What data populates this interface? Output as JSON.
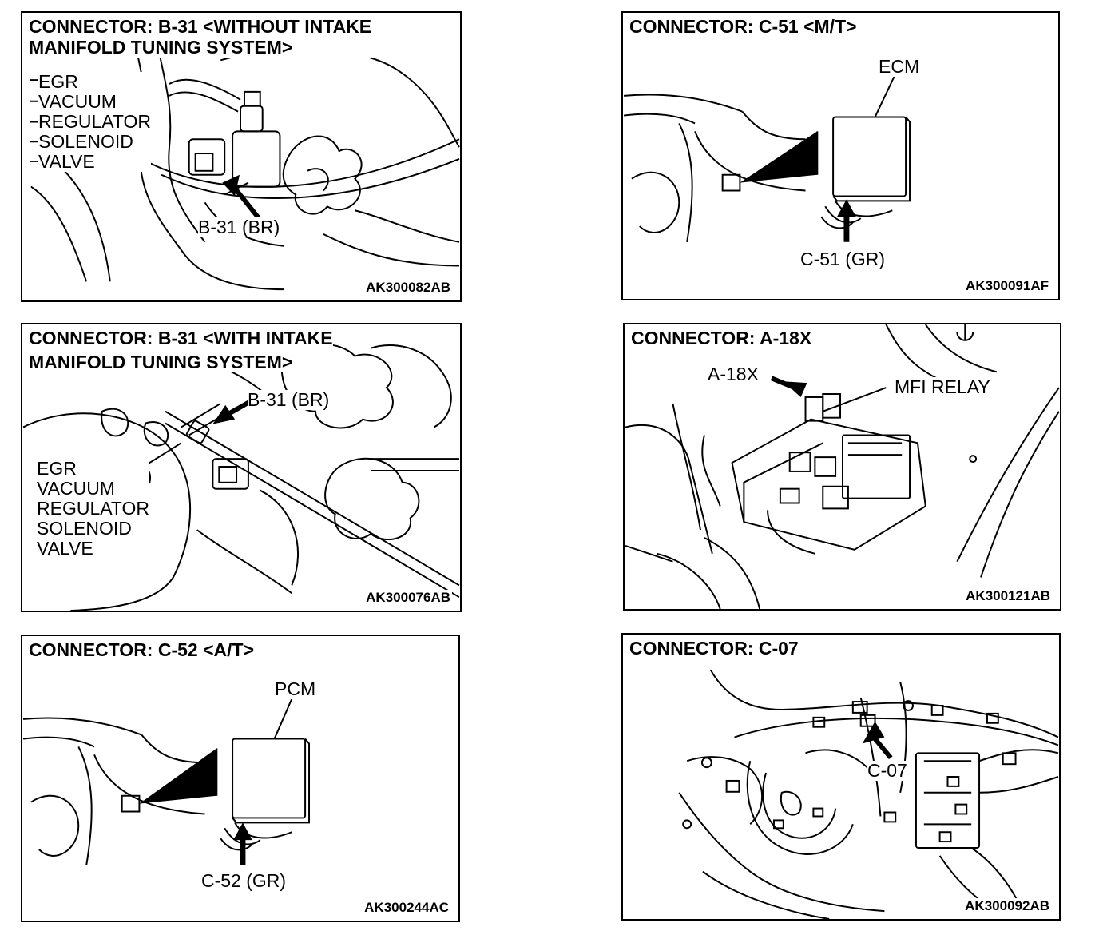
{
  "panels": {
    "p1": {
      "title_line1": "CONNECTOR: B-31 <WITHOUT INTAKE",
      "title_line2": "MANIFOLD TUNING SYSTEM>",
      "component": [
        "EGR",
        "VACUUM",
        "REGULATOR",
        "SOLENOID",
        "VALVE"
      ],
      "connector_label": "B-31 (BR)",
      "code": "AK300082AB"
    },
    "p2": {
      "title": "CONNECTOR: C-51 <M/T>",
      "unit_label": "ECM",
      "connector_label": "C-51 (GR)",
      "code": "AK300091AF"
    },
    "p3": {
      "title_line1": "CONNECTOR: B-31 <WITH INTAKE",
      "title_line2": "MANIFOLD TUNING SYSTEM>",
      "component": [
        "EGR",
        "VACUUM",
        "REGULATOR",
        "SOLENOID",
        "VALVE"
      ],
      "connector_label": "B-31 (BR)",
      "code": "AK300076AB"
    },
    "p4": {
      "title": "CONNECTOR: A-18X",
      "connector_label": "A-18X",
      "relay_label": "MFI RELAY",
      "code": "AK300121AB"
    },
    "p5": {
      "title": "CONNECTOR: C-52 <A/T>",
      "unit_label": "PCM",
      "connector_label": "C-52 (GR)",
      "code": "AK300244AC"
    },
    "p6": {
      "title": "CONNECTOR: C-07",
      "connector_label": "C-07",
      "code": "AK300092AB"
    }
  }
}
